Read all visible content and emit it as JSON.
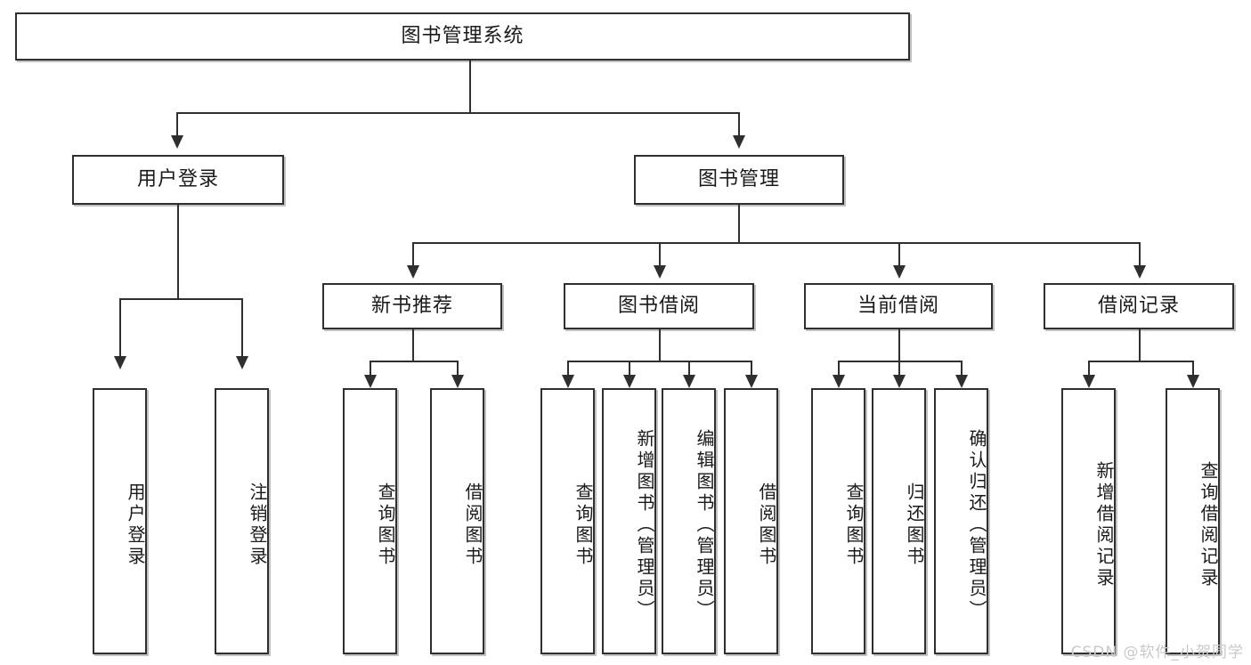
{
  "diagram": {
    "title": "图书管理系统",
    "watermark": "CSDN @软件_小贺同学",
    "line_color": "#2f2f2f",
    "box_fill": "#ffffff",
    "watermark_color": "#c9c9c9",
    "root": {
      "label": "图书管理系统"
    },
    "level2": [
      {
        "label": "用户登录"
      },
      {
        "label": "图书管理"
      }
    ],
    "level3": [
      {
        "label": "新书推荐"
      },
      {
        "label": "图书借阅"
      },
      {
        "label": "当前借阅"
      },
      {
        "label": "借阅记录"
      }
    ],
    "leaves": {
      "user_login": [
        {
          "label": "用户登录"
        },
        {
          "label": "注销登录"
        }
      ],
      "new_book": [
        {
          "label": "查询图书"
        },
        {
          "label": "借阅图书"
        }
      ],
      "book_borrow": [
        {
          "label": "查询图书"
        },
        {
          "label": "新增图书（管理员）"
        },
        {
          "label": "编辑图书（管理员）"
        },
        {
          "label": "借阅图书"
        }
      ],
      "current_borrow": [
        {
          "label": "查询图书"
        },
        {
          "label": "归还图书"
        },
        {
          "label": "确认归还（管理员）"
        }
      ],
      "borrow_record": [
        {
          "label": "新增借阅记录"
        },
        {
          "label": "查询借阅记录"
        }
      ]
    }
  }
}
